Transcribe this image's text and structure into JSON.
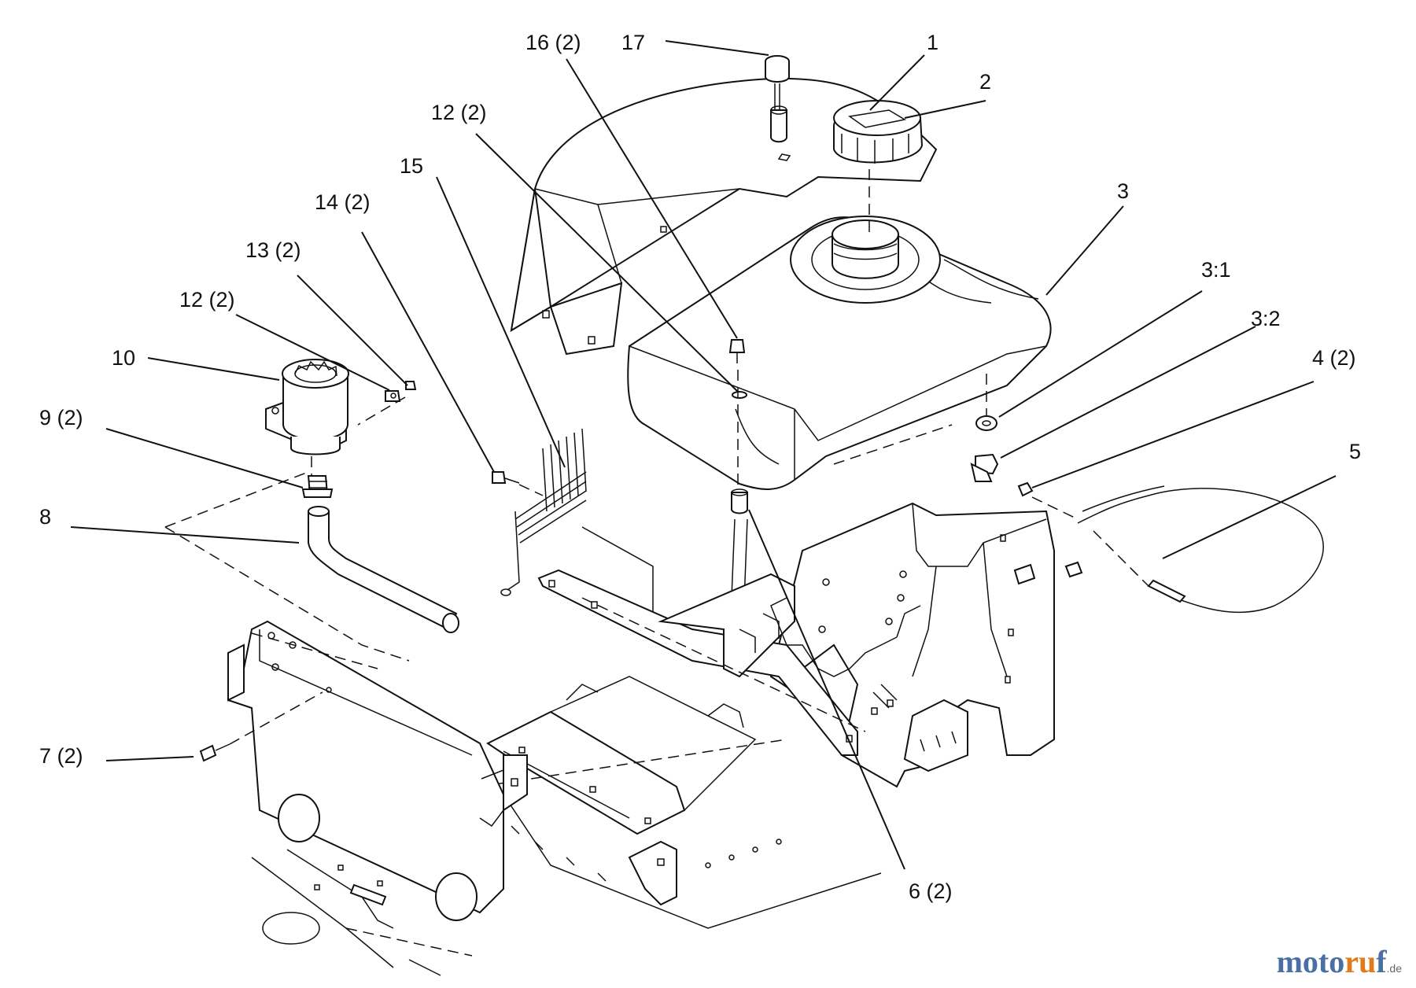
{
  "callouts": {
    "c1": "1",
    "c2": "2",
    "c3": "3",
    "c3_1": "3:1",
    "c3_2": "3:2",
    "c4": "4 (2)",
    "c5": "5",
    "c6": "6 (2)",
    "c7": "7 (2)",
    "c8": "8",
    "c9": "9 (2)",
    "c10": "10",
    "c12a": "12 (2)",
    "c12b": "12 (2)",
    "c13": "13 (2)",
    "c14": "14 (2)",
    "c15": "15",
    "c16": "16 (2)",
    "c17": "17"
  },
  "watermark": {
    "part1": "moto",
    "part2": "ru",
    "part3": "f",
    "tld": ".de"
  },
  "colors": {
    "ink": "#111111",
    "watermark_blue": "#4a6fa5",
    "watermark_orange": "#e07b1a"
  }
}
